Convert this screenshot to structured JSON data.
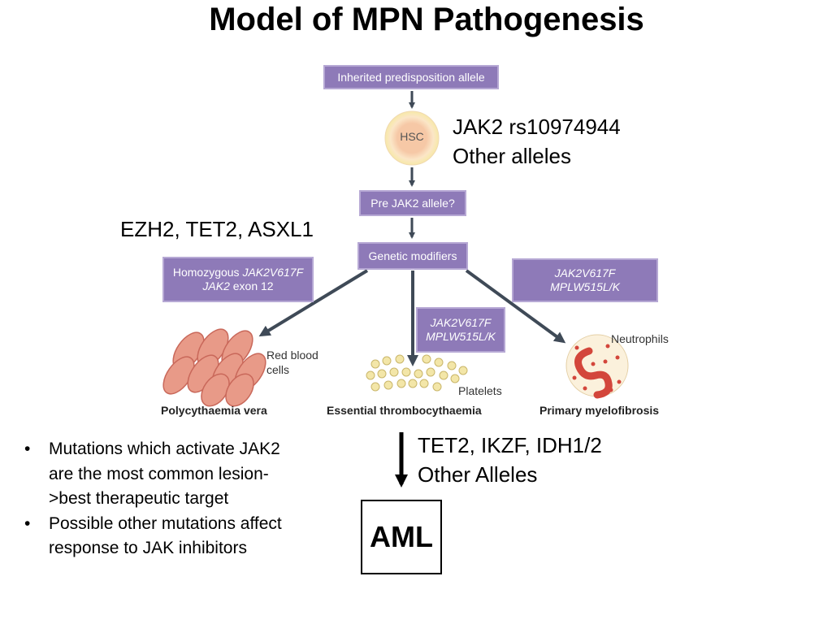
{
  "title": "Model of MPN Pathogenesis",
  "diagram": {
    "inherited_box": "Inherited predisposition allele",
    "hsc_label": "HSC",
    "pre_jak2_box": "Pre JAK2 allele?",
    "genetic_modifiers_box": "Genetic modifiers",
    "left_box": {
      "line1_plain": "Homozygous ",
      "line1_italic": "JAK2V617F",
      "line2_italic": "JAK2",
      "line2_plain": " exon 12"
    },
    "center_box": {
      "line1": "JAK2V617F",
      "line2": "MPLW515L/K"
    },
    "right_box": {
      "line1": "JAK2V617F",
      "line2": "MPLW515L/K"
    },
    "rbc_label": "Red blood cells",
    "platelets_label": "Platelets",
    "neutrophils_label": "Neutrophils",
    "pv_caption": "Polycythaemia vera",
    "et_caption": "Essential thrombocythaemia",
    "pmf_caption": "Primary myelofibrosis"
  },
  "annotations": {
    "jak2_alleles": [
      "JAK2 rs10974944",
      "Other alleles"
    ],
    "ezh2": "EZH2, TET2, ASXL1",
    "aml_drivers": [
      "TET2, IKZF, IDH1/2",
      "Other Alleles"
    ],
    "aml": "AML"
  },
  "bullets": [
    "Mutations which activate JAK2 are the most common lesion->best therapeutic target",
    "Possible other mutations affect response to JAK inhibitors"
  ],
  "colors": {
    "box_fill": "#8e7ab8",
    "box_border": "#b6a8d4",
    "arrow": "#3f4a57",
    "rbc": "#e89a88",
    "platelet": "#f3e6a8",
    "hsc_core": "#f6c8a6"
  }
}
